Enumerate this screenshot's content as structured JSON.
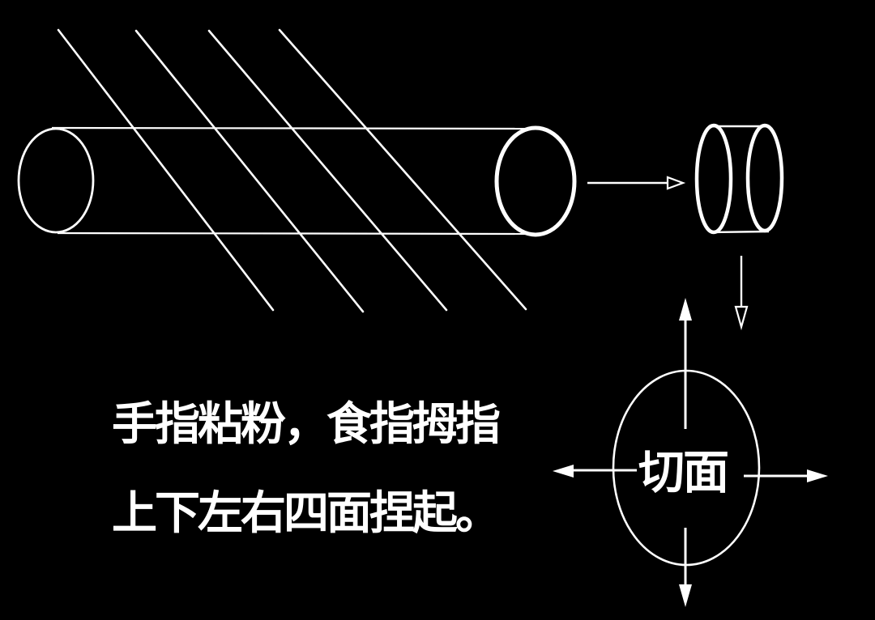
{
  "colors": {
    "background": "#000000",
    "line": "#ffffff",
    "text": "#ffffff"
  },
  "caption": {
    "line1": "手指粘粉，食指拇指",
    "line2": "上下左右四面捏起。"
  },
  "cross_section": {
    "label": "切面"
  }
}
